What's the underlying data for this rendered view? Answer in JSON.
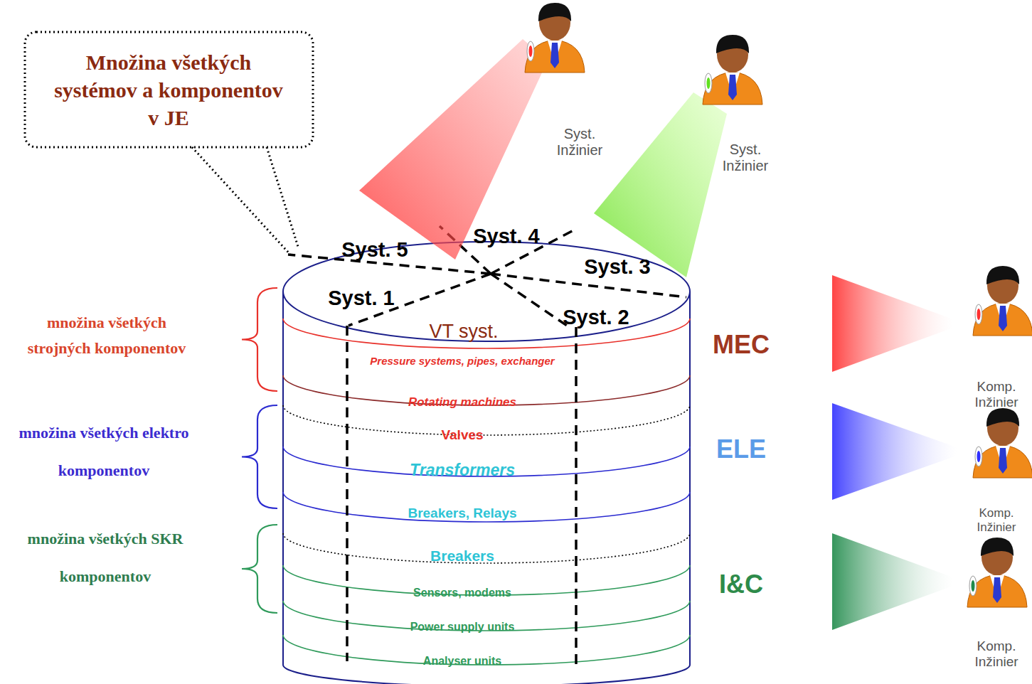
{
  "diagram": {
    "nodes": [
      {
        "text": [
          "Množina všetkých systémov a komponentov v JE"
        ]
      },
      {
        "text": [
          "Pressure systems, pipes, exchanger"
        ]
      },
      {
        "text": [
          "Rotating machines"
        ]
      },
      {
        "text": [
          "Valves"
        ]
      },
      {
        "text": [
          "Transformers"
        ]
      },
      {
        "text": [
          "Breakers, Relays"
        ]
      },
      {
        "text": [
          "Breakers"
        ]
      },
      {
        "text": [
          "Sensors, modems"
        ]
      },
      {
        "text": [
          "Power supply units"
        ]
      },
      {
        "text": [
          "Analyser units"
        ]
      }
    ],
    "labels": [
      "Syst. Inžinier",
      "Syst. Inžinier",
      "Syst. 5",
      "Syst. 4",
      "Syst. 3",
      "množina všetkých strojných komponentov",
      "Syst. 1",
      "Syst. 2",
      "VT syst.",
      "MEC",
      "Komp. Inžinier",
      "množina všetkých elektro komponentov",
      "ELE",
      "Komp. Inžinier",
      "množina všetkých SKR komponentov",
      "I&C",
      "Komp. Inžinier"
    ]
  }
}
